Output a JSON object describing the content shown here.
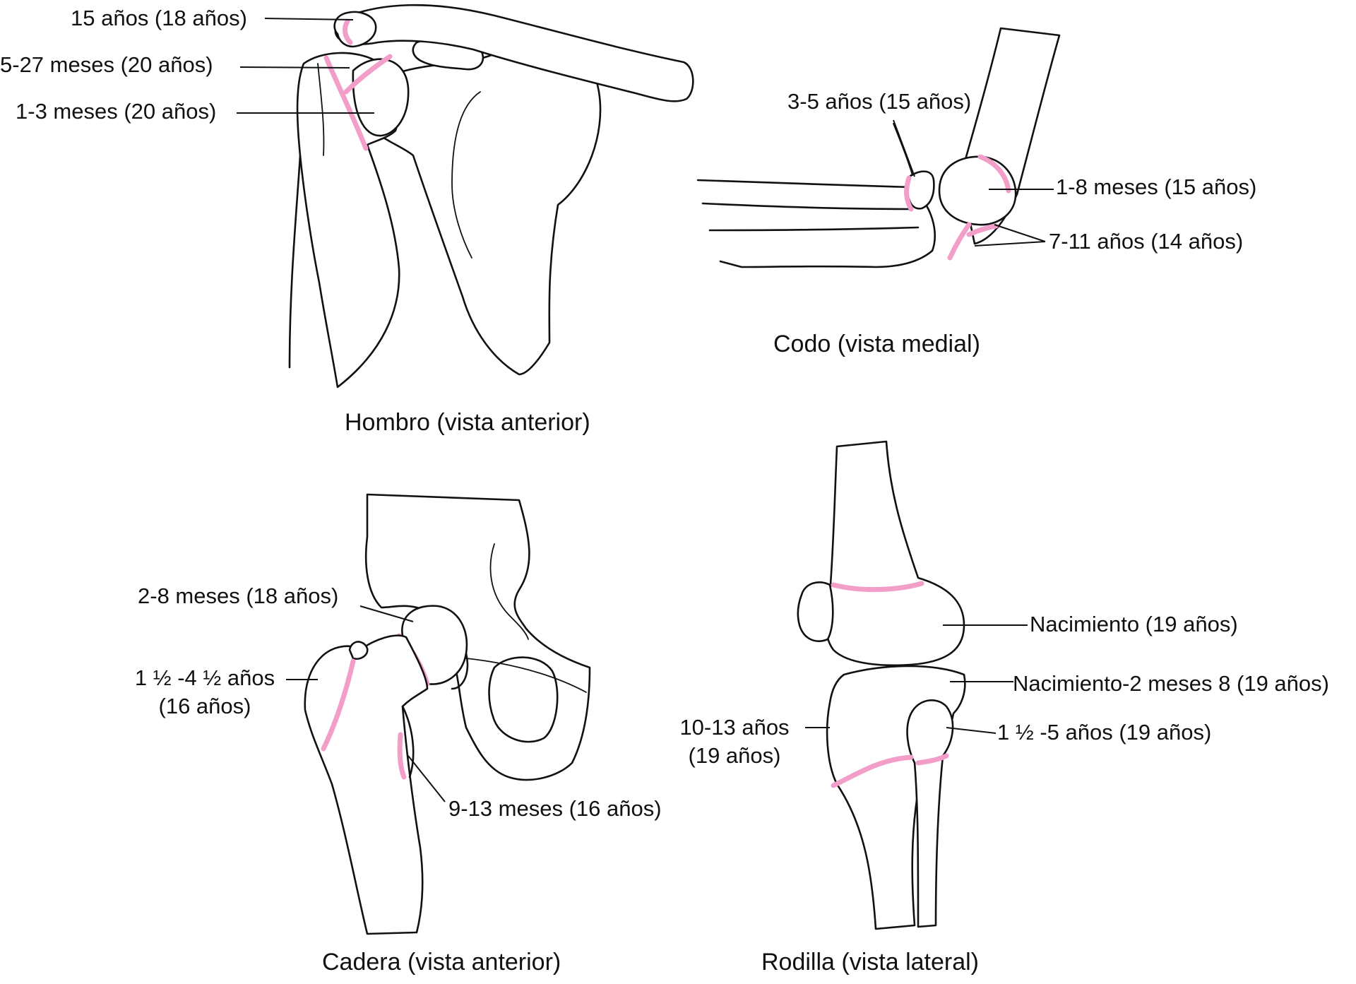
{
  "colors": {
    "growth_plate": "#f29ec9",
    "outline": "#111111",
    "background": "#ffffff"
  },
  "panels": {
    "shoulder": {
      "caption": "Hombro (vista anterior)",
      "labels": [
        "15 años (18 años)",
        "5-27 meses (20 años)",
        "1-3 meses (20 años)"
      ]
    },
    "elbow": {
      "caption": "Codo (vista medial)",
      "labels": [
        "3-5 años (15 años)",
        "1-8 meses (15 años)",
        "7-11 años (14 años)"
      ]
    },
    "hip": {
      "caption": "Cadera (vista anterior)",
      "labels": [
        "2-8 meses (18 años)",
        "1 ½ -4 ½ años",
        "(16 años)",
        "9-13 meses (16 años)"
      ]
    },
    "knee": {
      "caption": "Rodilla (vista lateral)",
      "labels": [
        "Nacimiento (19 años)",
        "Nacimiento-2 meses 8 (19 años)",
        "10-13 años",
        "(19 años)",
        "1 ½ -5 años (19 años)"
      ]
    }
  }
}
